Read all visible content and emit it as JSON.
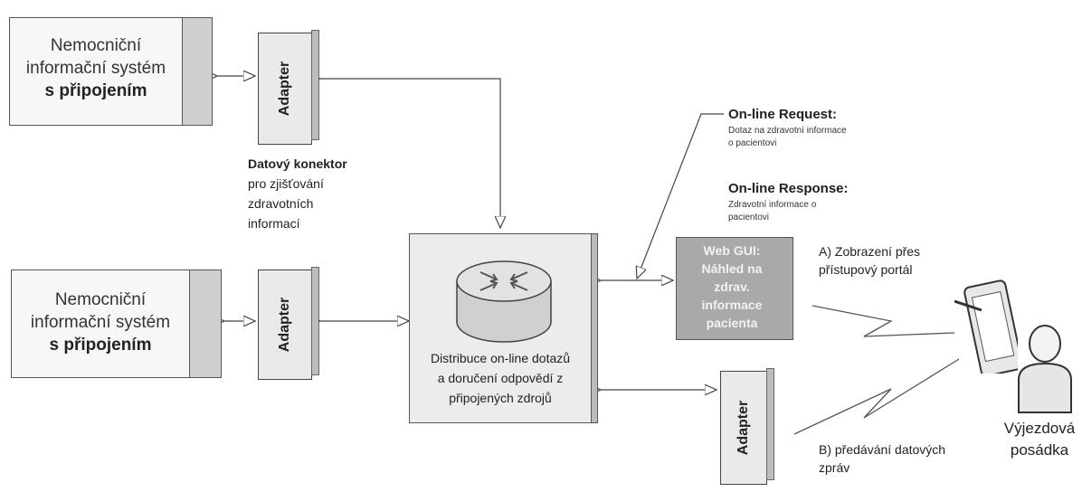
{
  "hospital_top": {
    "line1": "Nemocniční",
    "line2": "informační systém",
    "line3": "s připojením"
  },
  "hospital_bottom": {
    "line1": "Nemocniční",
    "line2": "informační systém",
    "line3": "s připojením"
  },
  "adapter_label": "Adapter",
  "connector": {
    "title": "Datový konektor",
    "line2": "pro zjišťování",
    "line3": "zdravotních",
    "line4": "informací"
  },
  "hub": {
    "line1": "Distribuce on-line dotazů",
    "line2": "a doručení odpovědí z",
    "line3": "připojených zdrojů"
  },
  "request": {
    "title": "On-line Request:",
    "line1": "Dotaz na zdravotní informace",
    "line2": "o pacientovi"
  },
  "response": {
    "title": "On-line Response:",
    "line1": "Zdravotní informace o",
    "line2": "pacientovi"
  },
  "webgui": {
    "line1": "Web GUI:",
    "line2": "Náhled na",
    "line3": "zdrav.",
    "line4": "informace",
    "line5": "pacienta"
  },
  "portal": {
    "line1": "A) Zobrazení přes",
    "line2": "přístupový portál"
  },
  "messages": {
    "line1": "B) předávání datových",
    "line2": "zpráv"
  },
  "crew": {
    "line1": "Výjezdová",
    "line2": "posádka"
  }
}
